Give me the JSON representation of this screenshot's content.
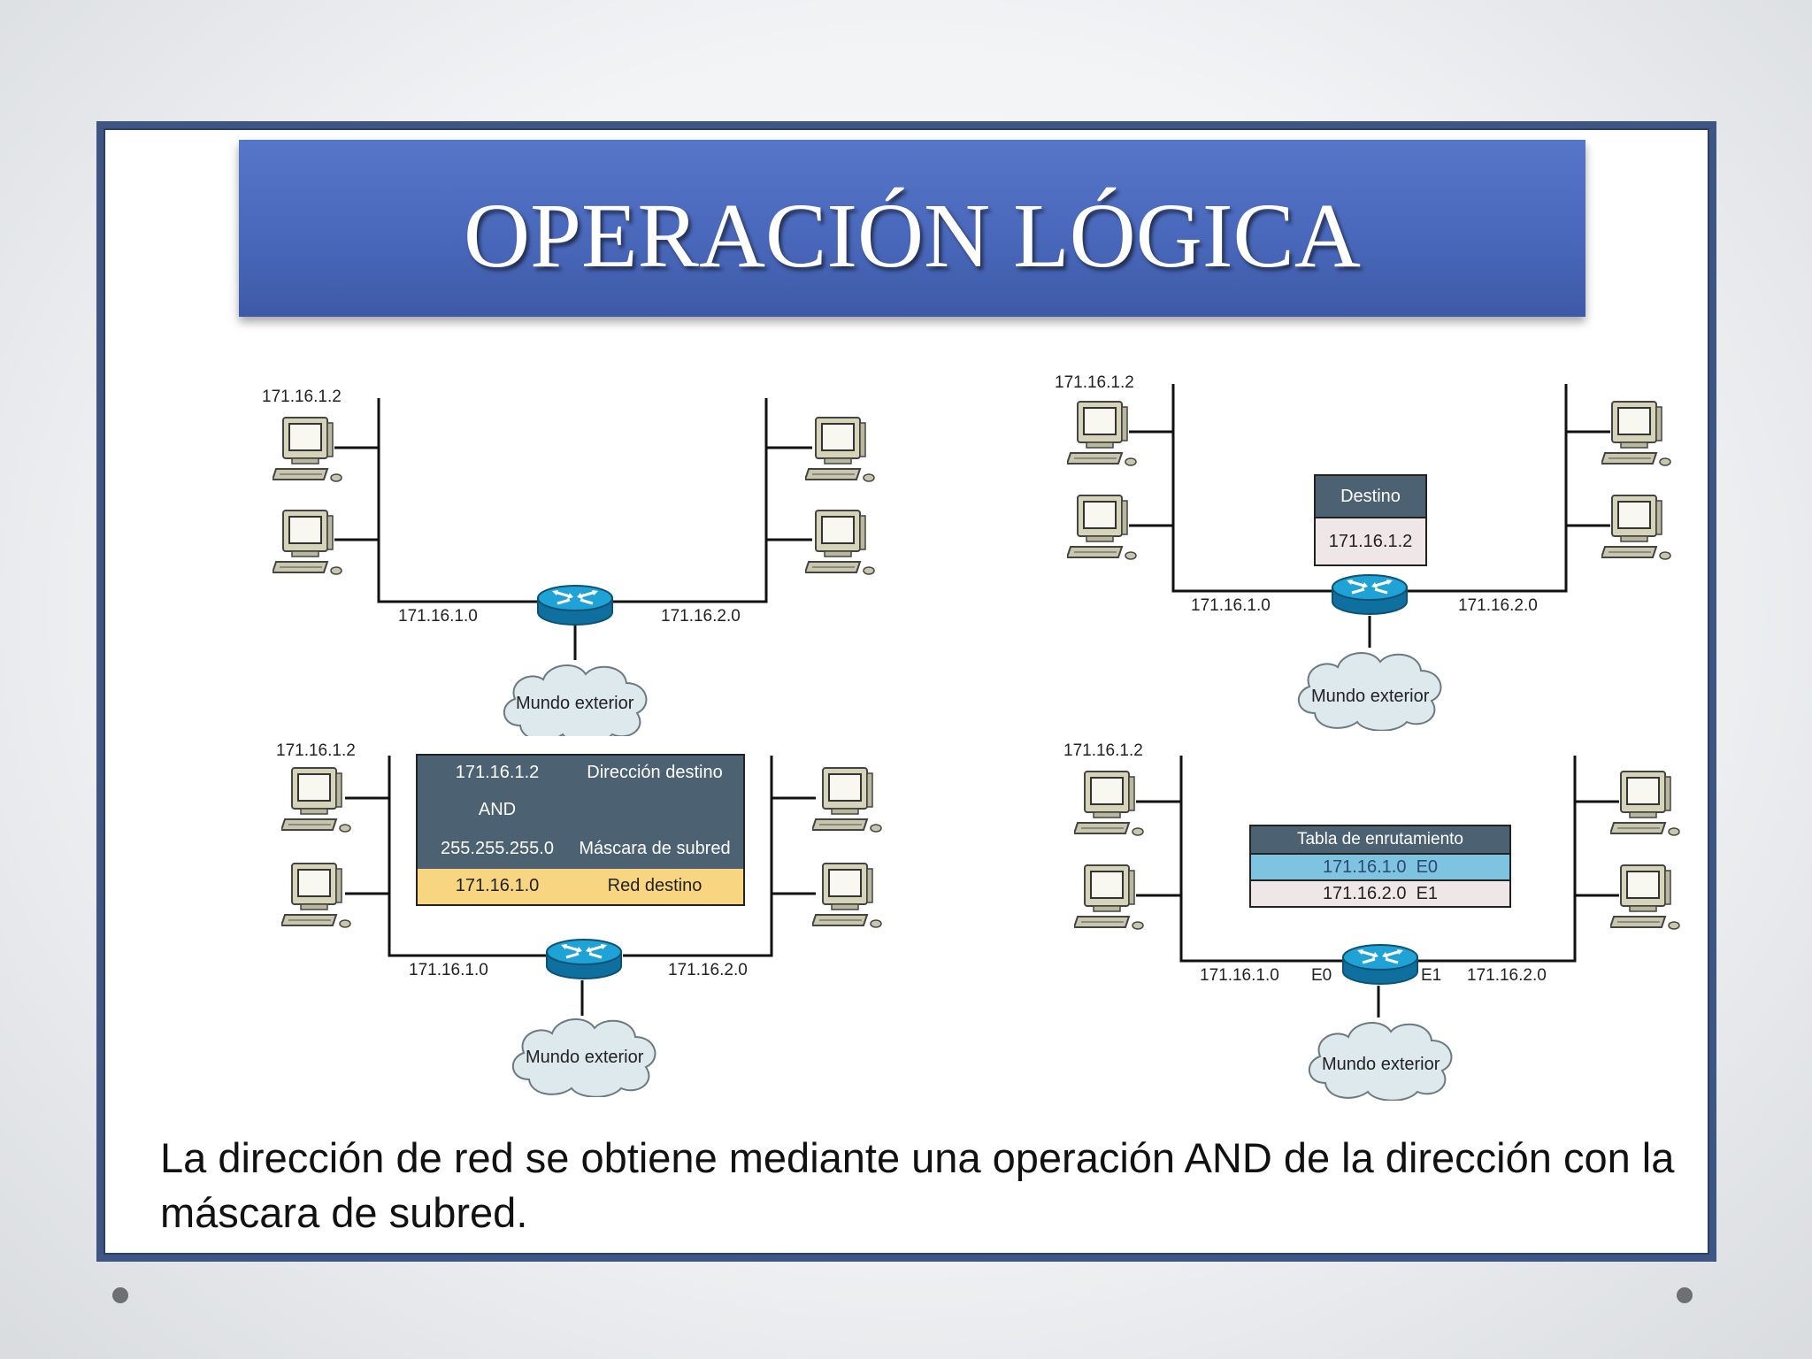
{
  "title": "OPERACIÓN LÓGICA",
  "caption": "La dirección de red se obtiene mediante una operación AND de la dirección con la máscara de subred.",
  "diagrams": {
    "d1": {
      "host_ip": "171.16.1.2",
      "left_net": "171.16.1.0",
      "right_net": "171.16.2.0",
      "cloud": "Mundo exterior"
    },
    "d2": {
      "host_ip": "171.16.1.2",
      "left_net": "171.16.1.0",
      "right_net": "171.16.2.0",
      "cloud": "Mundo exterior",
      "destino_header": "Destino",
      "destino_value": "171.16.1.2"
    },
    "d3": {
      "host_ip": "171.16.1.2",
      "left_net": "171.16.1.0",
      "right_net": "171.16.2.0",
      "cloud": "Mundo exterior",
      "rows": [
        {
          "left": "171.16.1.2",
          "right": "Dirección destino"
        },
        {
          "left": "AND",
          "right": ""
        },
        {
          "left": "255.255.255.0",
          "right": "Máscara de subred"
        },
        {
          "left": "171.16.1.0",
          "right": "Red destino"
        }
      ]
    },
    "d4": {
      "host_ip": "171.16.1.2",
      "left_net": "171.16.1.0",
      "right_net": "171.16.2.0",
      "left_if": "E0",
      "right_if": "E1",
      "cloud": "Mundo exterior",
      "table_header": "Tabla de enrutamiento",
      "table_rows": [
        "171.16.1.0  E0",
        "171.16.2.0  E1"
      ]
    }
  },
  "colors": {
    "banner": "#4a68bb",
    "frame": "#3f5584",
    "box_dark": "#4c6272",
    "box_highlight": "#f7d581",
    "table_highlight": "#7ec4e0",
    "table_light": "#efe7e7",
    "router": "#1a8fc4"
  }
}
